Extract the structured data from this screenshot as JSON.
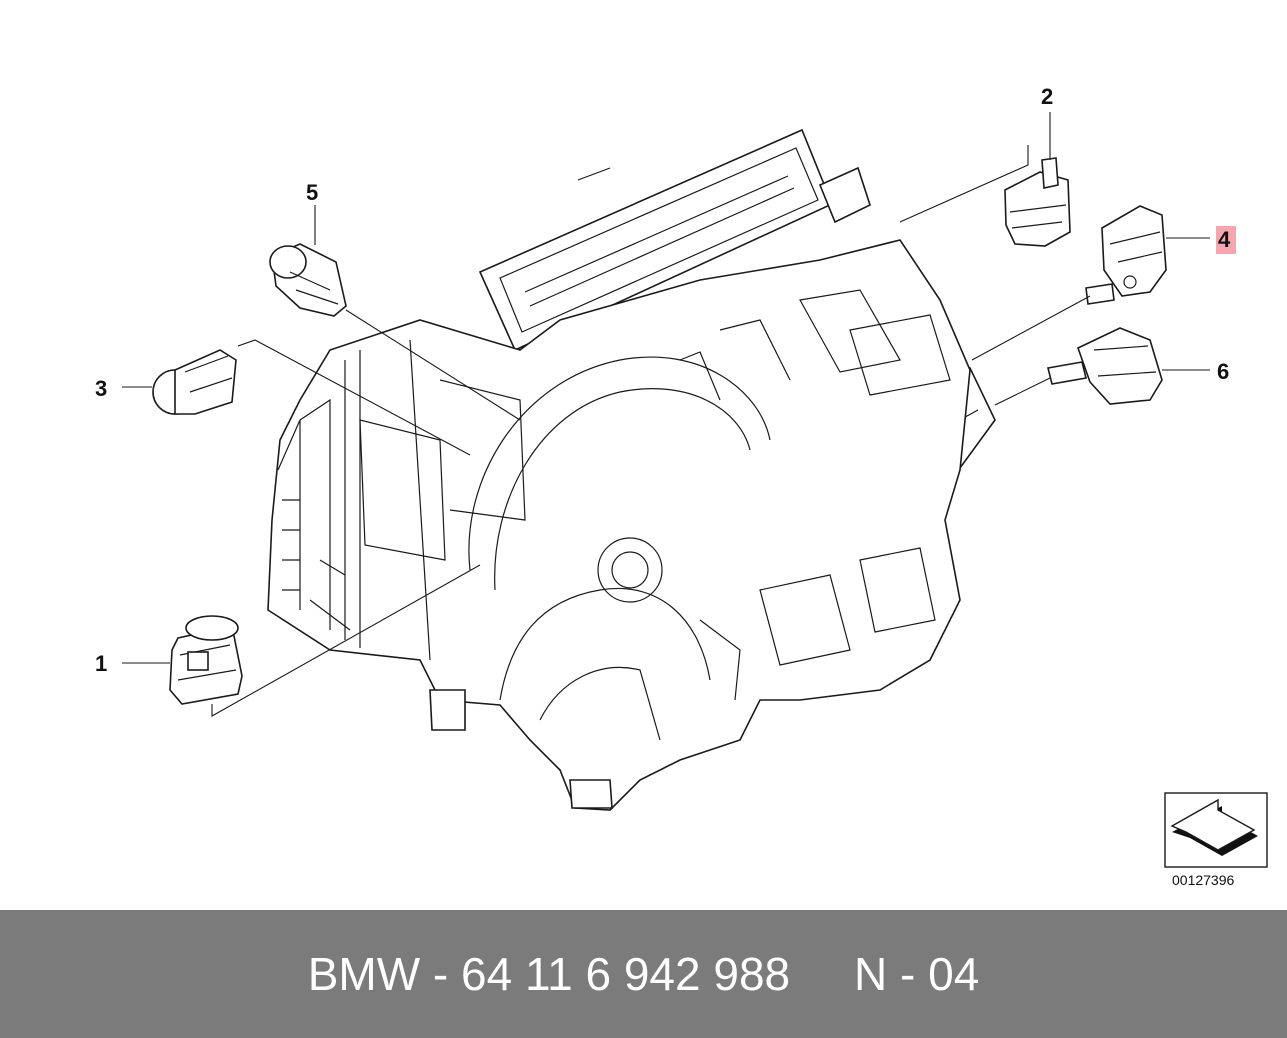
{
  "diagram": {
    "callouts": [
      {
        "id": "1",
        "label": "1",
        "highlighted": false
      },
      {
        "id": "2",
        "label": "2",
        "highlighted": false
      },
      {
        "id": "3",
        "label": "3",
        "highlighted": false
      },
      {
        "id": "4",
        "label": "4",
        "highlighted": true
      },
      {
        "id": "5",
        "label": "5",
        "highlighted": false
      },
      {
        "id": "6",
        "label": "6",
        "highlighted": false
      }
    ],
    "reference_number": "00127396",
    "highlight_color": "#f4a7b0",
    "line_color": "#1a1a1a"
  },
  "footer": {
    "text": "BMW - 64 11 6 942 988     N - 04",
    "background_color": "#7b7b7b",
    "text_color": "#ffffff"
  }
}
